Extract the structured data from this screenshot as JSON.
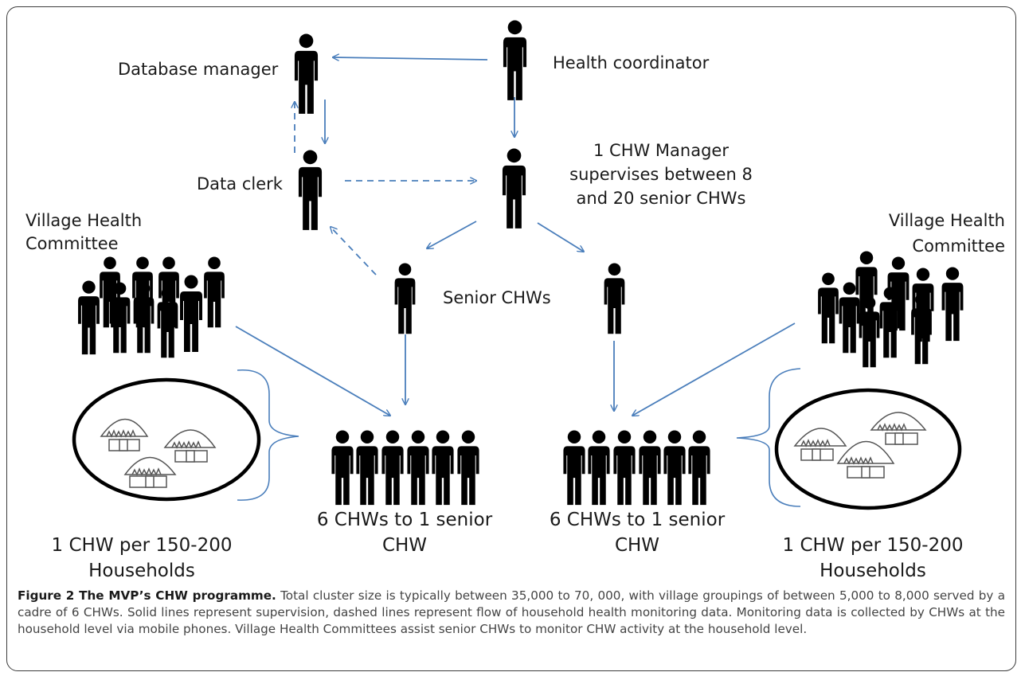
{
  "roles": {
    "database_manager": "Database manager",
    "health_coordinator": "Health coordinator",
    "data_clerk": "Data clerk",
    "chw_manager_lines": [
      "1 CHW Manager",
      "supervises between 8",
      "and 20 senior CHWs"
    ],
    "senior_chws": "Senior CHWs",
    "vhc_left_lines": [
      "Village Health",
      "Committee"
    ],
    "vhc_right_lines": [
      "Village Health",
      "Committee"
    ],
    "chw_group_left_lines": [
      "6 CHWs to 1 senior",
      "CHW"
    ],
    "chw_group_right_lines": [
      "6 CHWs to 1 senior",
      "CHW"
    ],
    "households_left_lines": [
      "1 CHW per 150-200",
      "Households"
    ],
    "households_right_lines": [
      "1 CHW per 150-200",
      "Households"
    ]
  },
  "caption": {
    "title": "Figure 2 The MVP’s CHW programme.",
    "text": " Total cluster size is typically between 35,000 to 70, 000, with village groupings of between 5,000 to 8,000 served by a cadre of 6 CHWs. Solid lines represent supervision, dashed lines represent flow of household health monitoring data. Monitoring data is collected by CHWs at the household level via mobile phones. Village Health Committees assist senior CHWs to monitor CHW activity at the household level."
  },
  "colors": {
    "arrow": "#4a7ebb",
    "figure": "#000000",
    "hut": "#555555"
  },
  "icons": [
    "person-icon",
    "group-icon",
    "hut-icon",
    "brace"
  ]
}
